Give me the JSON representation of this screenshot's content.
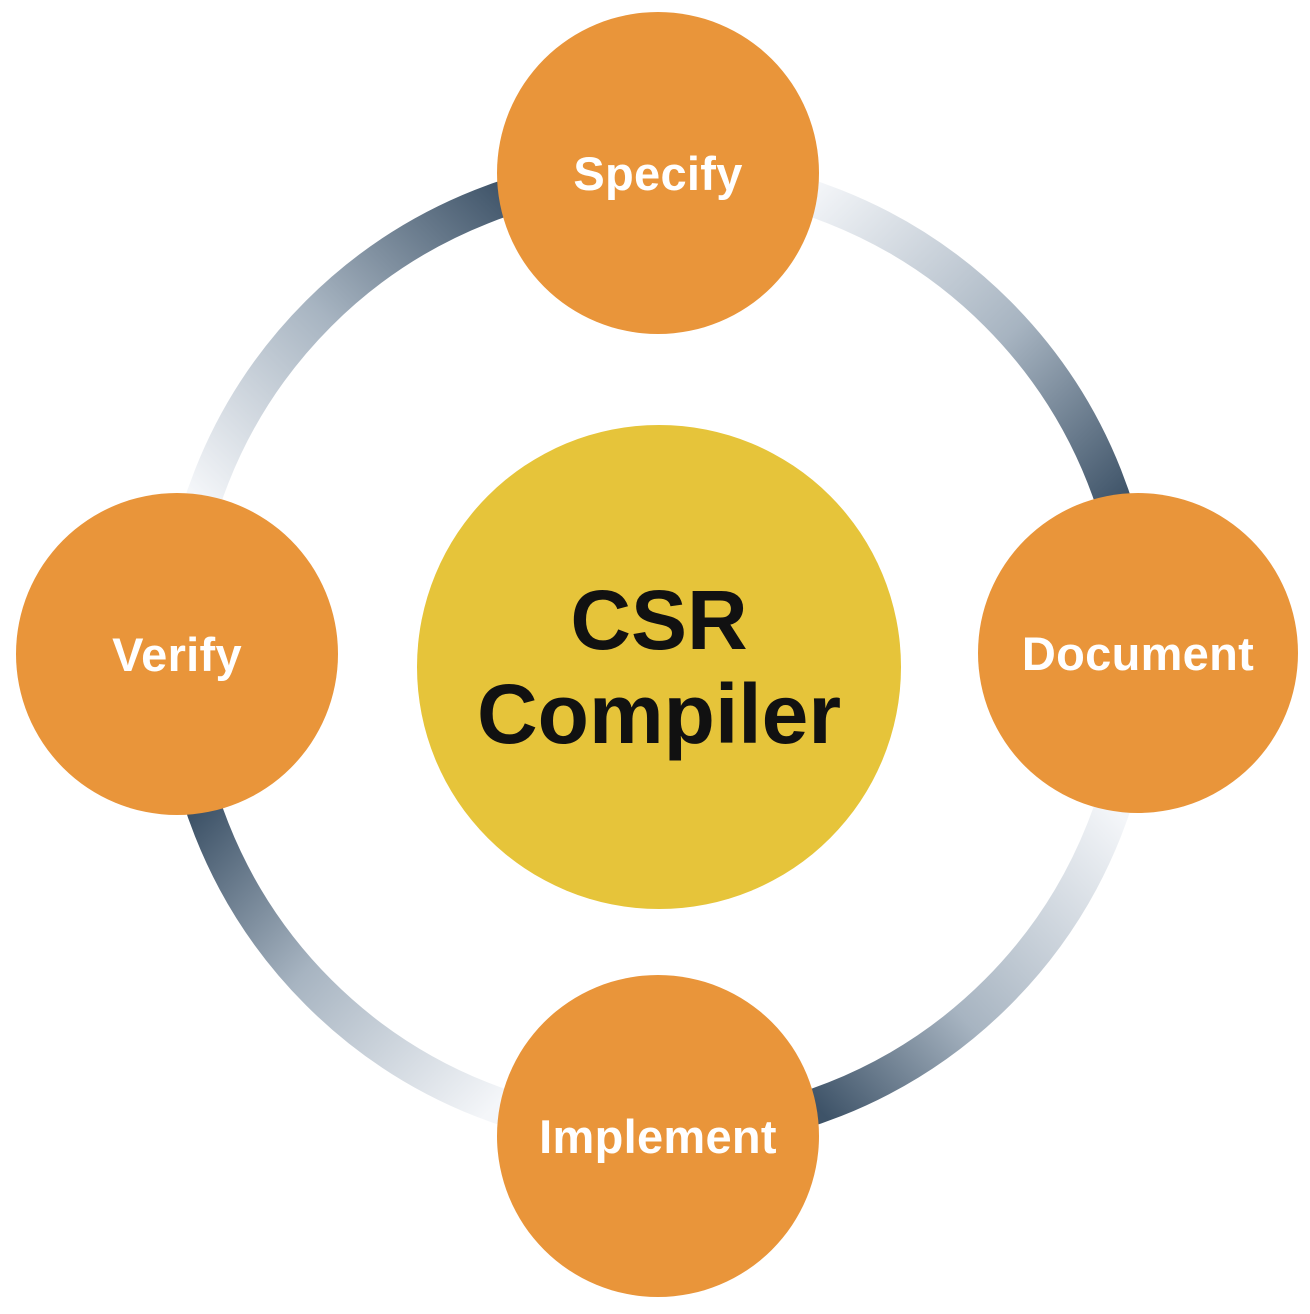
{
  "diagram": {
    "center": {
      "line1": "CSR",
      "line2": "Compiler"
    },
    "stages": {
      "top": "Specify",
      "right": "Document",
      "bottom": "Implement",
      "left": "Verify"
    }
  },
  "colors": {
    "stage_fill": "#E9953A",
    "center_fill": "#E6C43A",
    "stage_text": "#FFFFFF",
    "center_text": "#111111",
    "ring_dark": "#3E5368",
    "ring_light": "#F4F6F9"
  }
}
